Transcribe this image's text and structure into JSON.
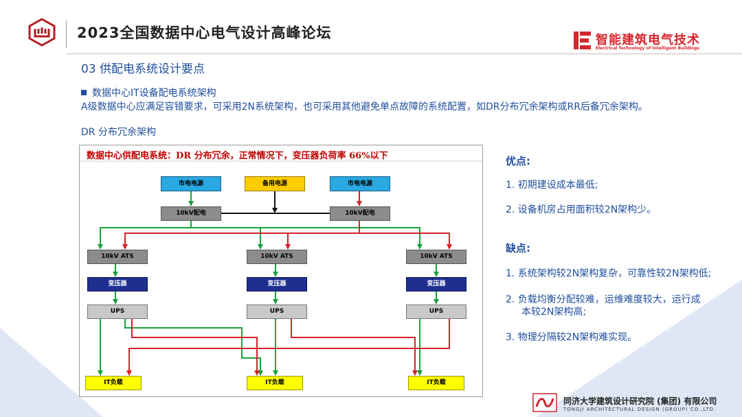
{
  "header": {
    "title": "2023全国数据中心电气设计高峰论坛",
    "brand_cn": "智能建筑电气技术",
    "brand_en": "Electrical Technology of Intelligent Buildings"
  },
  "section_title": "03  供配电系统设计要点",
  "bullet_title": "数据中心IT设备配电系统架构",
  "description": "A级数据中心应满足容错要求，可采用2N系统架构，也可采用其他避免单点故障的系统配置，如DR分布冗余架构或RR后备冗余架构。",
  "subheading": "DR 分布冗余架构",
  "diagram": {
    "title": "数据中心供配电系统：DR 分布冗余，正常情况下，变压器负荷率 66%以下",
    "sources": [
      "市电电源",
      "备用电源",
      "市电电源"
    ],
    "distribution": [
      "10kV配电",
      "10kV配电"
    ],
    "ats": [
      "10kV ATS",
      "10kV ATS",
      "10kV ATS"
    ],
    "transformers": [
      "变压器",
      "变压器",
      "变压器"
    ],
    "ups": [
      "UPS",
      "UPS",
      "UPS"
    ],
    "loads": [
      "IT负载",
      "IT负载",
      "IT负载"
    ],
    "colors": {
      "source_blue": "#2aa8e0",
      "source_yellow": "#ffcc00",
      "gray_box": "#8c8c8c",
      "transformer": "#1f2f8f",
      "load": "#ffff00",
      "green": "#18a23a",
      "red": "#d6202a"
    }
  },
  "pros": {
    "title": "优点:",
    "items": [
      "1. 初期建设成本最低;",
      "2. 设备机房占用面积较2N架构少。"
    ]
  },
  "cons": {
    "title": "缺点:",
    "items": [
      "1.  系统架构较2N架构复杂，可靠性较2N架构低;",
      "2.  负载均衡分配较难，运维难度较大，运行成",
      "本较2N架构高;",
      "3.  物理分隔较2N架构难实现。"
    ]
  },
  "footer": {
    "company_cn": "同济大学建筑设计研究院 (集团) 有限公司",
    "company_en": "TONGJI ARCHITECTURAL DESIGN (GROUP) CO.,LTD."
  }
}
